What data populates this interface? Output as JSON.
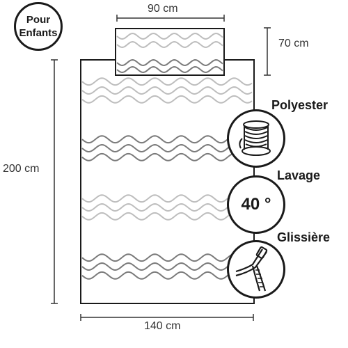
{
  "badge": {
    "line1": "Pour",
    "line2": "Enfants"
  },
  "dimensions": {
    "pillow_width": "90 cm",
    "pillow_height": "70 cm",
    "duvet_height": "200 cm",
    "duvet_width": "140 cm"
  },
  "features": [
    {
      "label": "Polyester",
      "icon": "thread-spool-icon"
    },
    {
      "label": "Lavage",
      "value": "40 °"
    },
    {
      "label": "Glissière",
      "icon": "zipper-icon"
    }
  ],
  "colors": {
    "line": "#1a1a1a",
    "wave_light": "#bdbdbd",
    "wave_dark": "#7a7a7a"
  }
}
